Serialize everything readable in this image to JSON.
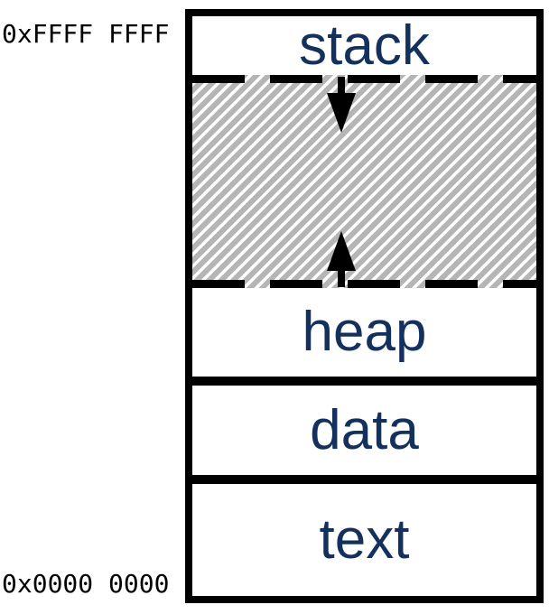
{
  "diagram": {
    "type": "process-memory-layout",
    "addresses": {
      "top": "0xFFFF FFFF",
      "bottom": "0x0000 0000"
    },
    "segments": [
      {
        "id": "stack",
        "label": "stack"
      },
      {
        "id": "free-memory",
        "label": "",
        "fill": "hatched-gray",
        "boundaries": "dashed"
      },
      {
        "id": "heap",
        "label": "heap"
      },
      {
        "id": "data",
        "label": "data"
      },
      {
        "id": "text",
        "label": "text"
      }
    ],
    "arrows": [
      {
        "id": "stack-growth",
        "direction": "down",
        "meaning": "stack grows downward"
      },
      {
        "id": "heap-growth",
        "direction": "up",
        "meaning": "heap grows upward"
      }
    ],
    "colors": {
      "segment_label": "#14305c",
      "outline": "#000000",
      "hatch_gray": "#b5b5b5",
      "background": "#ffffff"
    }
  }
}
